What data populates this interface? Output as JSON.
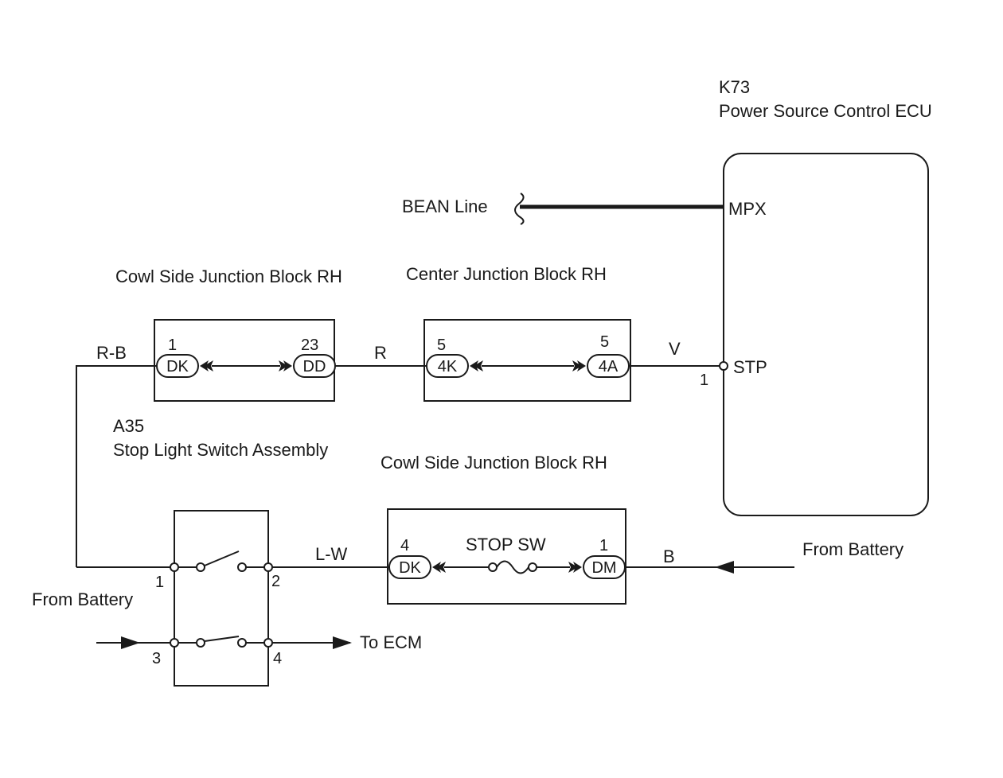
{
  "ecu": {
    "code": "K73",
    "name": "Power Source Control ECU",
    "terminal_mpx": "MPX",
    "terminal_stp": "STP",
    "pin_stp": "1"
  },
  "bean_line": "BEAN Line",
  "jb_cowl_top": {
    "title": "Cowl Side Junction Block RH",
    "left_pin": "1",
    "left_conn": "DK",
    "right_pin": "23",
    "right_conn": "DD"
  },
  "jb_center": {
    "title": "Center Junction Block RH",
    "left_pin": "5",
    "left_conn": "4K",
    "right_pin": "5",
    "right_conn": "4A"
  },
  "jb_cowl_bottom": {
    "title": "Cowl Side Junction Block RH",
    "left_pin": "4",
    "left_conn": "DK",
    "fuse": "STOP SW",
    "right_pin": "1",
    "right_conn": "DM"
  },
  "switch": {
    "code": "A35",
    "name": "Stop Light Switch Assembly",
    "pin1": "1",
    "pin2": "2",
    "pin3": "3",
    "pin4": "4"
  },
  "wires": {
    "rb": "R-B",
    "r": "R",
    "v": "V",
    "lw": "L-W",
    "b": "B"
  },
  "from_battery_right": "From Battery",
  "from_battery_left": "From Battery",
  "to_ecm": "To ECM"
}
